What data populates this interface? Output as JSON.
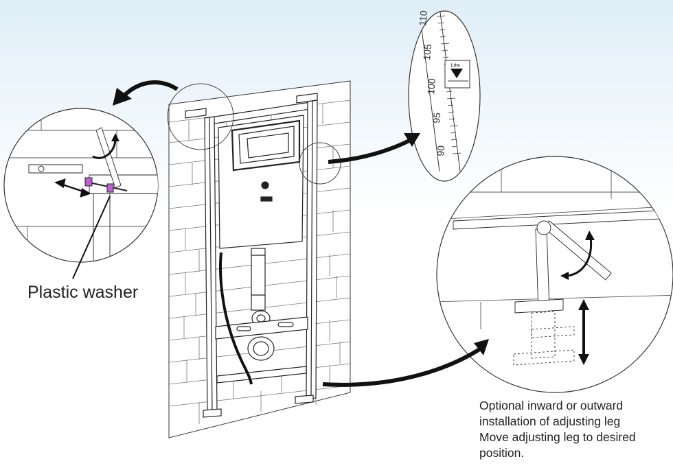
{
  "callouts": {
    "washer_label": "Plastic washer",
    "notes": [
      "Optional inward or outward",
      "installation of adjusting leg",
      "Move adjusting leg to desired",
      "position."
    ]
  },
  "scale": {
    "ticks": [
      "110",
      "105",
      "100",
      "95",
      "90"
    ],
    "marker": "1.0m"
  },
  "colors": {
    "line": "#222222",
    "washer": "#c060d0",
    "background_top": "#dfeef8"
  }
}
